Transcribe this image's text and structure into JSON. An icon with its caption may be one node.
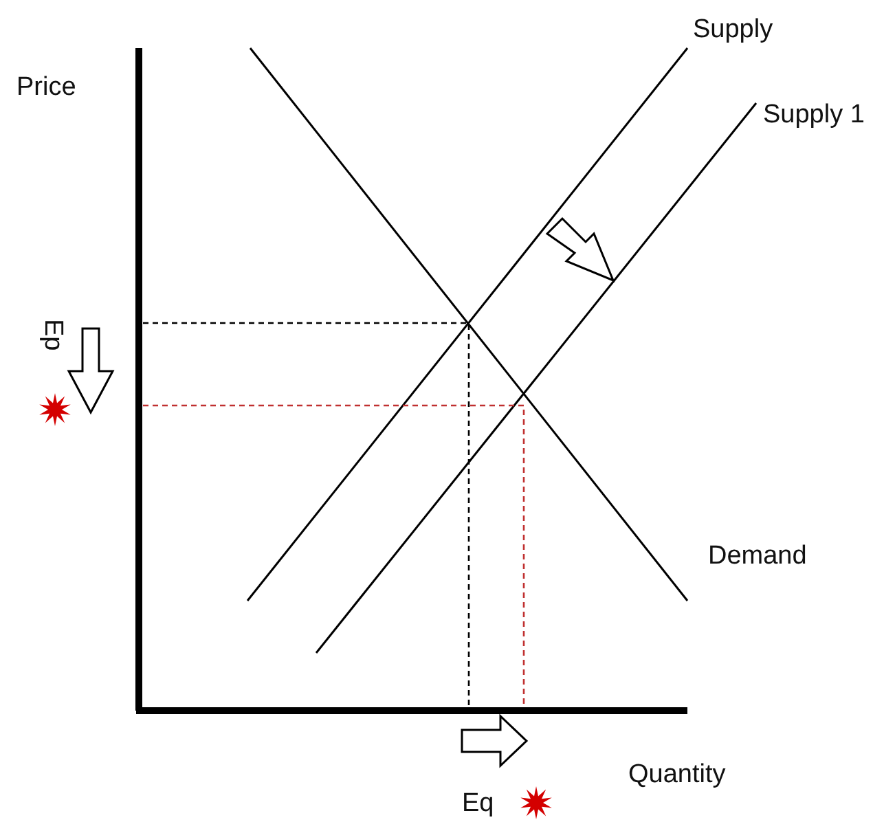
{
  "diagram": {
    "labels": [
      "Price",
      "Supply",
      "Supply 1",
      "Ep",
      "Demand",
      "Quantity",
      "Eq"
    ]
  }
}
